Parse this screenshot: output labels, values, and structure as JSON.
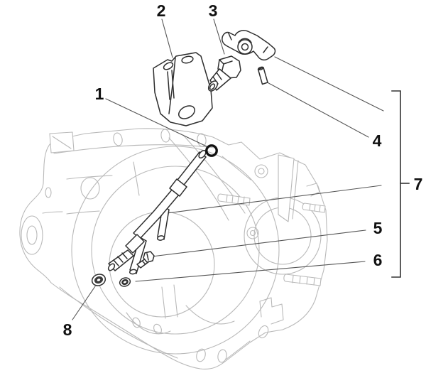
{
  "figure": {
    "type": "exploded-parts-diagram",
    "subject": "engine-crankcase-oil-breather-assembly",
    "background_color": "#ffffff",
    "case_line_color": "#b9b9b9",
    "part_line_color": "#2e2e2e",
    "leader_line_color": "#555555",
    "label_color": "#111111",
    "callouts": [
      {
        "label": "1",
        "part": "o-ring"
      },
      {
        "label": "2",
        "part": "support-bracket"
      },
      {
        "label": "3",
        "part": "threaded-union-plug"
      },
      {
        "label": "4",
        "part": "pin"
      },
      {
        "label": "5",
        "part": "bolt"
      },
      {
        "label": "6",
        "part": "washer"
      },
      {
        "label": "7",
        "part": "assembly-group"
      },
      {
        "label": "8",
        "part": "sealing-washer"
      }
    ]
  }
}
